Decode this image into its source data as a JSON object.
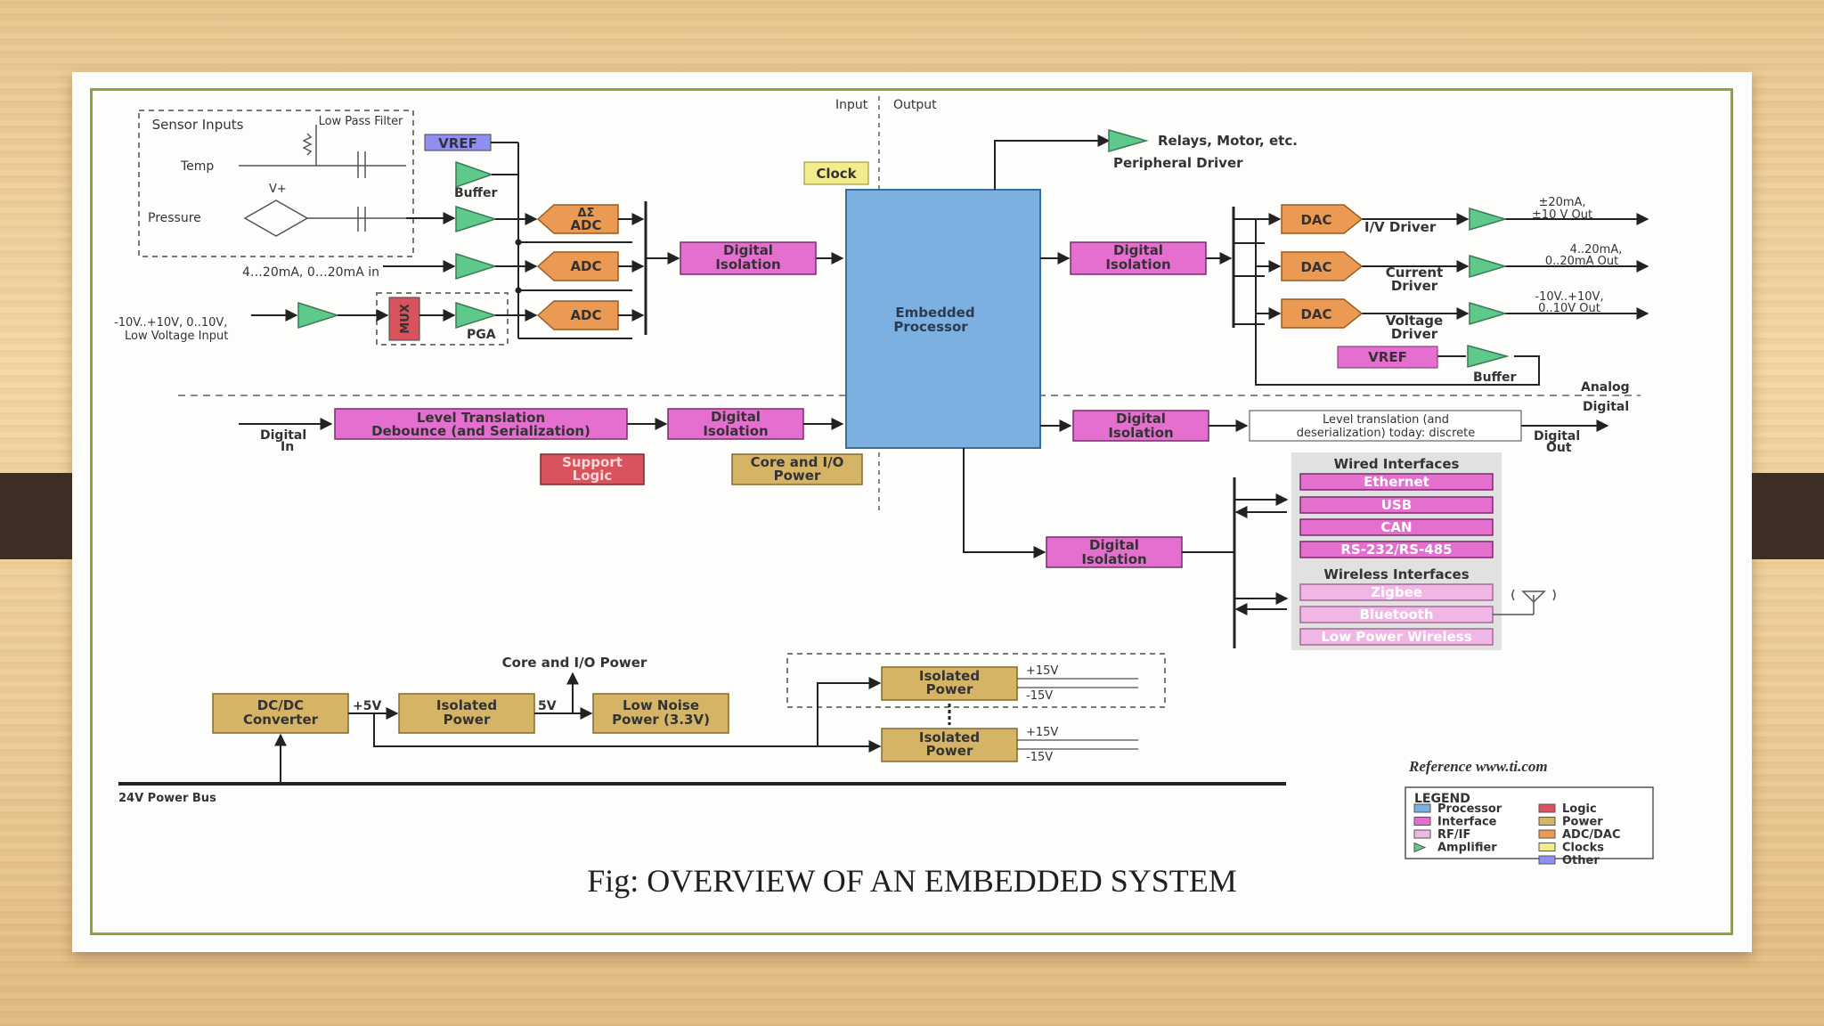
{
  "caption": "Fig: OVERVIEW OF AN EMBEDDED SYSTEM",
  "reference": "Reference www.ti.com",
  "colors": {
    "processor": "#7cb0e0",
    "interface": "#e46fcf",
    "rf_if": "#f0b6e4",
    "logic": "#d9535d",
    "power": "#d6b466",
    "adc_dac": "#ea9a52",
    "clocks": "#f2ec8e",
    "amplifier": "#5fc98c",
    "other": "#8f8ff2",
    "frame": "#8ca43d"
  },
  "diagram": {
    "divider": {
      "input": "Input",
      "output": "Output"
    },
    "sensor": {
      "title": "Sensor Inputs",
      "filter": "Low Pass Filter",
      "temp": "Temp",
      "pressure": "Pressure",
      "vplus": "V+"
    },
    "vref_top": "VREF",
    "buffer": "Buffer",
    "adc_delta": "ΔΣ ADC",
    "adc": "ADC",
    "current_in": "4…20mA, 0…20mA in",
    "voltage_in": "-10V..+10V, 0..10V, Low Voltage Input",
    "mux": "MUX",
    "pga": "PGA",
    "clock": "Clock",
    "digital_isolation": "Digital Isolation",
    "processor": "Embedded Processor",
    "relays": "Relays, Motor, etc.",
    "peripheral_driver": "Peripheral Driver",
    "dac": "DAC",
    "iv_driver": "I/V Driver",
    "current_driver": "Current Driver",
    "voltage_driver": "Voltage Driver",
    "out1": "±20mA, ±10 V Out",
    "out2": "4..20mA, 0..20mA Out",
    "out3": "-10V..+10V, 0..10V Out",
    "vref_bottom": "VREF",
    "buffer2": "Buffer",
    "analog": "Analog",
    "digital": "Digital",
    "level_translation": "Level Translation Debounce (and Serialization)",
    "digital_in": "Digital In",
    "level_out": "Level translation (and deserialization) today: discrete",
    "digital_out": "Digital Out",
    "support_logic": "Support Logic",
    "core_io_power": "Core and I/O Power",
    "wired_title": "Wired Interfaces",
    "wired": [
      "Ethernet",
      "USB",
      "CAN",
      "RS-232/RS-485"
    ],
    "wireless_title": "Wireless Interfaces",
    "wireless": [
      "Zigbee",
      "Bluetooth",
      "Low Power Wireless"
    ],
    "power": {
      "core_io_label": "Core and I/O Power",
      "dcdc": "DC/DC Converter",
      "plus5v": "+5V",
      "isolated": "Isolated Power",
      "v5": "5V",
      "low_noise": "Low Noise Power (3.3V)",
      "p15": "+15V",
      "m15": "-15V",
      "bus": "24V Power Bus"
    }
  },
  "legend": {
    "title": "LEGEND",
    "items": [
      {
        "label": "Processor",
        "color": "#7cb0e0"
      },
      {
        "label": "Logic",
        "color": "#d9535d"
      },
      {
        "label": "Interface",
        "color": "#e46fcf"
      },
      {
        "label": "Power",
        "color": "#d6b466"
      },
      {
        "label": "RF/IF",
        "color": "#f0b6e4"
      },
      {
        "label": "ADC/DAC",
        "color": "#ea9a52"
      },
      {
        "label": "Amplifier",
        "color": "#5fc98c"
      },
      {
        "label": "Clocks",
        "color": "#f2ec8e"
      },
      {
        "label": "",
        "color": ""
      },
      {
        "label": "Other",
        "color": "#8f8ff2"
      }
    ]
  }
}
